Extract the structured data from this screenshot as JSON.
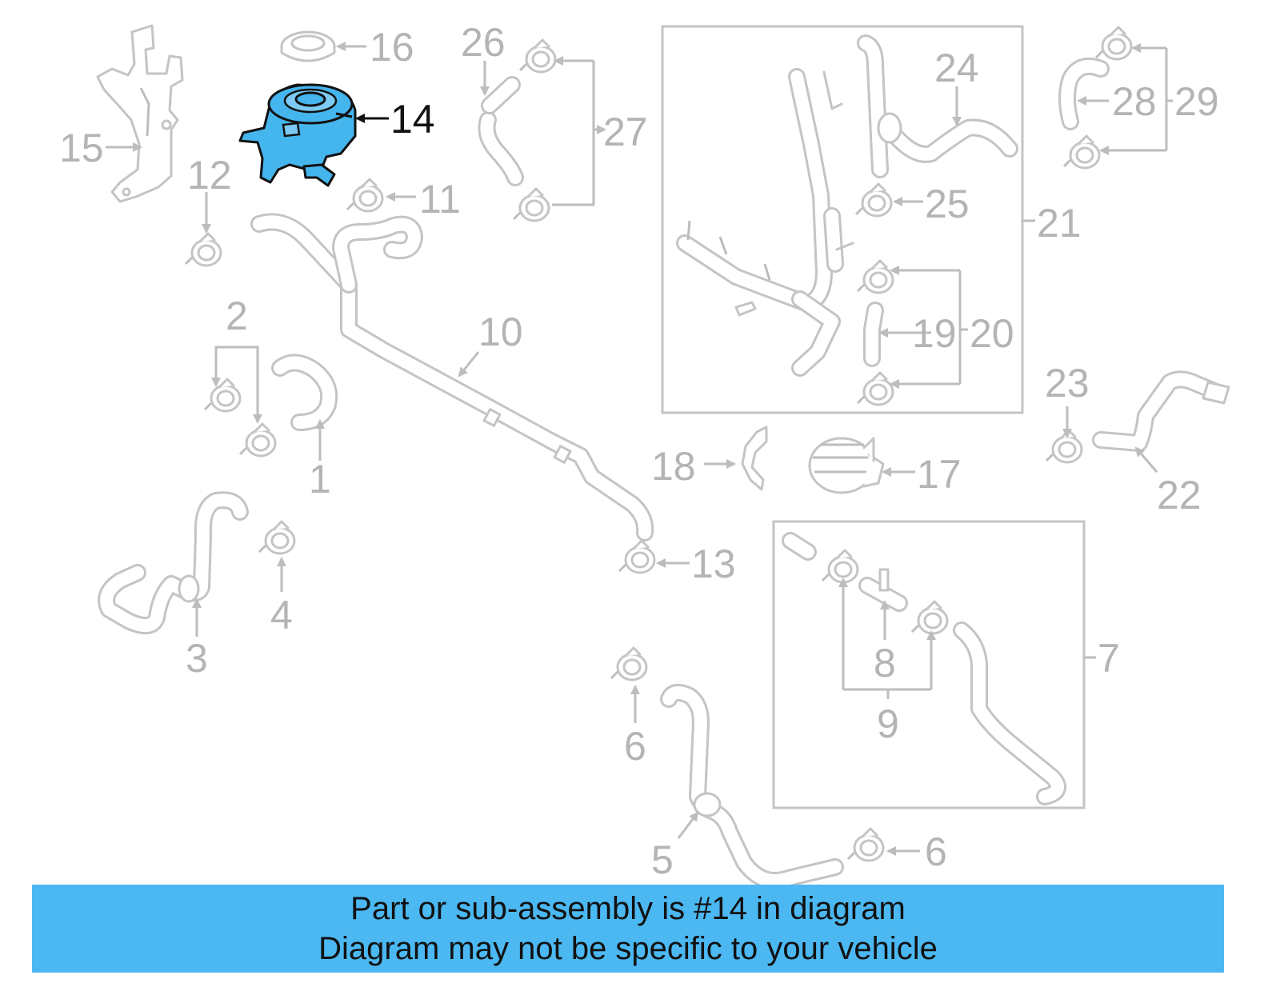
{
  "diagram": {
    "highlight_color": "#45b5ee",
    "highlighted_part": "14",
    "callouts": {
      "c1": "1",
      "c2": "2",
      "c3": "3",
      "c4": "4",
      "c5": "5",
      "c6a": "6",
      "c6b": "6",
      "c7": "7",
      "c8": "8",
      "c9": "9",
      "c10": "10",
      "c11": "11",
      "c12": "12",
      "c13": "13",
      "c14": "14",
      "c15": "15",
      "c16": "16",
      "c17": "17",
      "c18": "18",
      "c19": "19",
      "c20": "20",
      "c21": "21",
      "c22": "22",
      "c23": "23",
      "c24": "24",
      "c25": "25",
      "c26": "26",
      "c27": "27",
      "c28": "28",
      "c29": "29"
    }
  },
  "banner": {
    "background_color": "#4bb8f2",
    "line1": "Part or sub-assembly is #14 in diagram",
    "line2": "Diagram may not be specific to your vehicle"
  }
}
